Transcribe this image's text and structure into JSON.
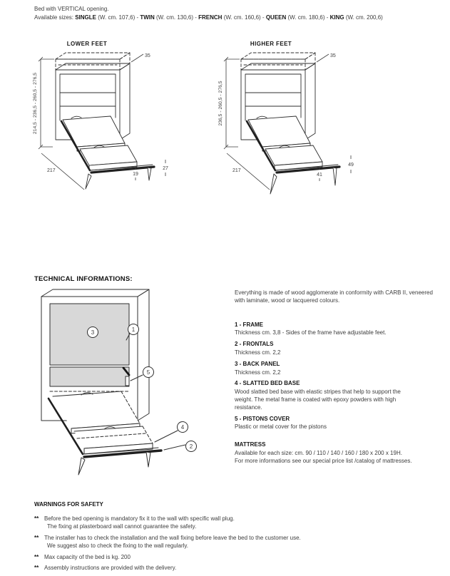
{
  "page": {
    "background": "#ffffff",
    "text_color": "#3d3d3d",
    "bold_color": "#161616",
    "line_color": "#2f2f2f",
    "panel_gray": "#d8d8d8"
  },
  "intro": {
    "line1": "Bed with VERTICAL opening.",
    "line2_segments": [
      {
        "text": "Available sizes: ",
        "bold": false
      },
      {
        "text": "SINGLE",
        "bold": true
      },
      {
        "text": " (W. cm. 107,6) - ",
        "bold": false
      },
      {
        "text": "TWIN",
        "bold": true
      },
      {
        "text": " (W. cm. 130,6) - ",
        "bold": false
      },
      {
        "text": "FRENCH",
        "bold": true
      },
      {
        "text": " (W. cm. 160,6) - ",
        "bold": false
      },
      {
        "text": "QUEEN",
        "bold": true
      },
      {
        "text": " (W. cm. 180,6) - ",
        "bold": false
      },
      {
        "text": "KING",
        "bold": true
      },
      {
        "text": " (W. cm. 200,6)",
        "bold": false
      }
    ]
  },
  "diagrams": {
    "lower": {
      "title": "LOWER FEET",
      "height_range": "214,5 - 236,5 - 260,5 - 276,5",
      "top_depth": "35",
      "open_depth": "217",
      "foot_height": "19",
      "base_height": "27"
    },
    "higher": {
      "title": "HIGHER FEET",
      "height_range": "236,5 - 260,5 - 276,5",
      "top_depth": "35",
      "open_depth": "217",
      "foot_height": "41",
      "base_height": "49"
    }
  },
  "technical": {
    "heading": "TECHNICAL INFORMATIONS:",
    "intro": "Everything is made of wood agglomerate in conformity with CARB II, veneered with laminate, wood or lacquered colours.",
    "callouts": {
      "c1": "1",
      "c2": "2",
      "c3": "3",
      "c4": "4",
      "c5": "5"
    },
    "items": [
      {
        "title": "1 - FRAME",
        "desc_lines": [
          "Thickness cm. 3,8 - Sides of the frame have adjustable feet."
        ]
      },
      {
        "title": "2 - FRONTALS",
        "desc_lines": [
          "Thickness cm. 2,2"
        ]
      },
      {
        "title": "3 - BACK PANEL",
        "desc_lines": [
          "Thickness cm. 2,2"
        ]
      },
      {
        "title": "4 - SLATTED BED BASE",
        "desc_lines": [
          "Wood slatted bed base with elastic stripes that help to support the",
          "weight. The metal frame is coated with epoxy powders with high",
          "resistance."
        ]
      },
      {
        "title": "5 - PISTONS COVER",
        "desc_lines": [
          "Plastic or metal cover for the pistons"
        ]
      },
      {
        "title": "MATTRESS",
        "gap": true,
        "desc_lines": [
          "Available for each size: cm. 90 / 110 / 140 / 160 / 180 x 200 x 19H.",
          "For more informations see our special price list /catalog of mattresses."
        ]
      }
    ]
  },
  "warnings": {
    "heading": "WARNINGS FOR SAFETY",
    "marker": "**",
    "items": [
      {
        "lines": [
          "Before the bed opening is mandatory fix it to the wall with specific wall plug.",
          "The fixing at plasterboard wall cannot guarantee the safety."
        ]
      },
      {
        "lines": [
          "The installer has to check the installation and the wall fixing before leave the bed to the customer use.",
          "We suggest also to check the fixing to the wall regularly."
        ]
      },
      {
        "lines": [
          "Max capacity of the bed is kg. 200"
        ]
      },
      {
        "lines": [
          "Assembly instructions are provided with the delivery."
        ]
      }
    ]
  }
}
